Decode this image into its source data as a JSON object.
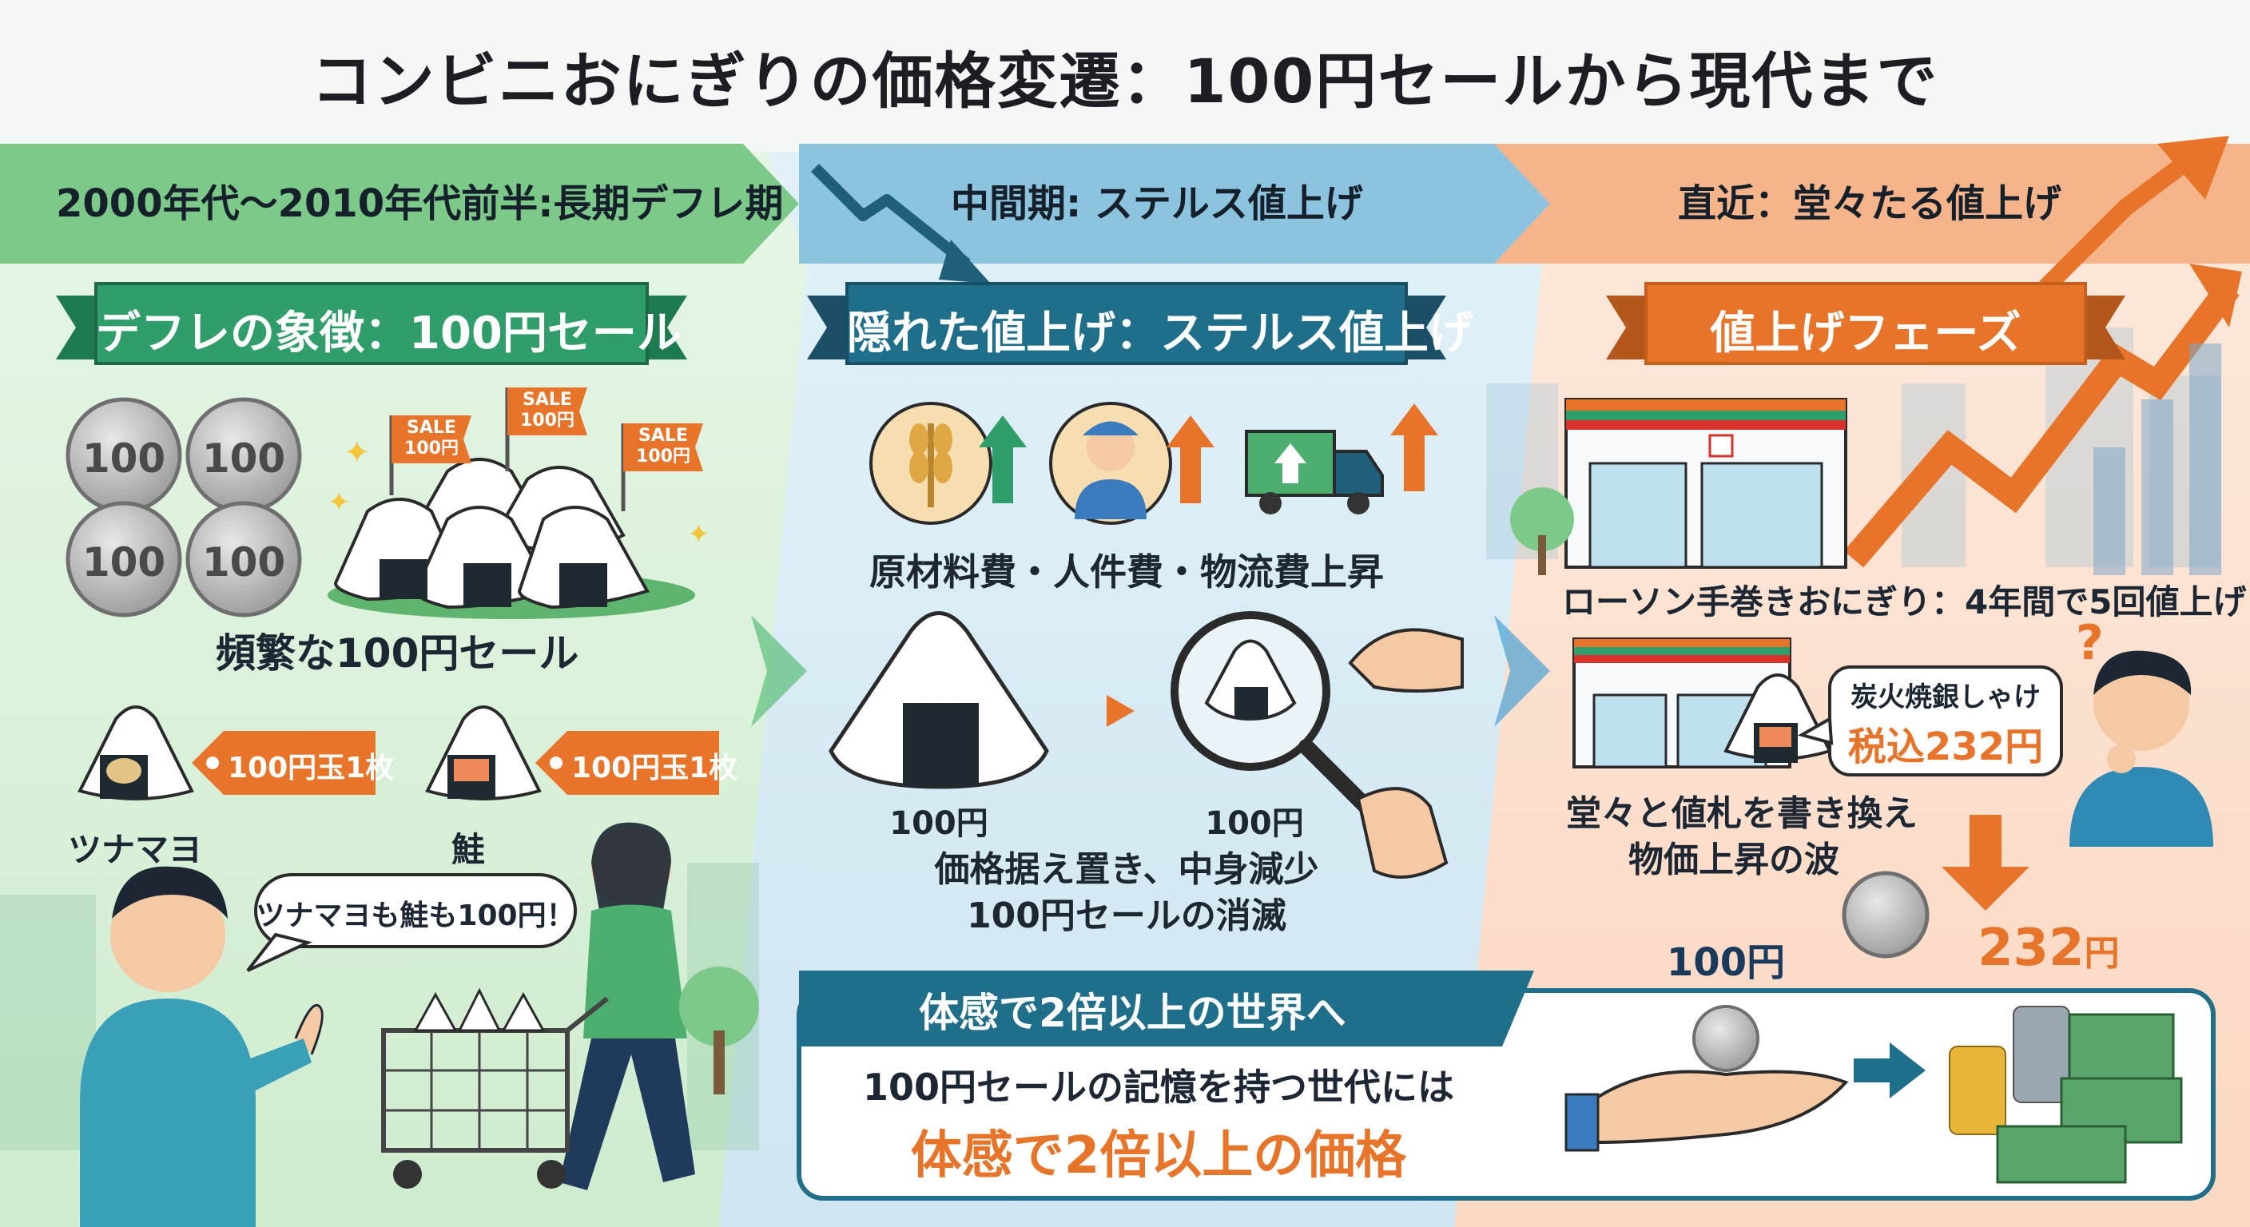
{
  "title": "コンビニおにぎりの価格変遷：100円セールから現代まで",
  "colors": {
    "green": "#2f9e6a",
    "teal": "#1f6f8b",
    "orange": "#e8742a",
    "navy": "#1a3a5c"
  },
  "phases": [
    {
      "label": "2000年代～2010年代前半:長期デフレ期"
    },
    {
      "label": "中間期: ステルス値上げ"
    },
    {
      "label": "直近：堂々たる値上げ"
    }
  ],
  "left": {
    "ribbon": "デフレの象徴：100円セール",
    "coin_label": "100",
    "sale_flag_top": "SALE",
    "sale_flag_bottom": "100円",
    "sale_caption": "頻繁な100円セール",
    "tag_text": "100円玉1枚",
    "item1": "ツナマヨ",
    "item2": "鮭",
    "speech": "ツナマヨも鮭も100円！"
  },
  "middle": {
    "ribbon": "隠れた値上げ：ステルス値上げ",
    "cost_caption": "原材料費・人件費・物流費上昇",
    "price_before": "100円",
    "price_after": "100円",
    "desc_line1": "価格据え置き、中身減少",
    "desc_line2": "100円セールの消滅"
  },
  "right": {
    "ribbon": "値上げフェーズ",
    "lawson_caption": "ローソン手巻きおにぎり：4年間で5回値上げ",
    "product_name": "炭火焼銀しゃけ",
    "product_price": "税込232円",
    "question": "?",
    "desc_line1": "堂々と値札を書き換え",
    "desc_line2": "物価上昇の波",
    "compare_before": "100円",
    "compare_after_num": "232",
    "compare_after_unit": "円"
  },
  "bottom": {
    "header": "体感で2倍以上の世界へ",
    "line1": "100円セールの記憶を持つ世代には",
    "line2": "体感で2倍以上の価格"
  }
}
